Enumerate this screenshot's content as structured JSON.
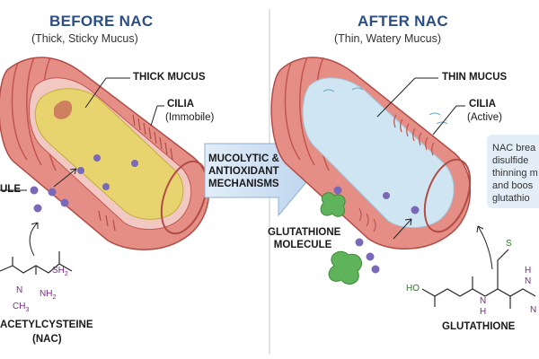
{
  "left_panel": {
    "title": "BEFORE NAC",
    "subtitle": "(Thick, Sticky Mucus)",
    "mucus_label": "THICK MUCUS",
    "cilia_label": "CILIA",
    "cilia_state": "(Immobile)",
    "molecule_label_fragment": "ULE",
    "compound_name_line1": "ACETYLCYSTEINE",
    "compound_name_line2": "(NAC)",
    "atoms": {
      "sh": "SH",
      "nh2": "NH",
      "nh2_sub": "2",
      "n": "N",
      "ch3": "CH",
      "ch3_sub": "3"
    }
  },
  "center_arrow": {
    "line1": "MUCOLYTIC &",
    "line2": "ANTIOXIDANT",
    "line3": "MECHANISMS"
  },
  "right_panel": {
    "title": "AFTER NAC",
    "subtitle": "(Thin, Watery Mucus)",
    "mucus_label": "THIN MUCUS",
    "cilia_label": "CILIA",
    "cilia_state": "(Active)",
    "glutathione_molecule_line1": "GLUTATHIONE",
    "glutathione_molecule_line2": "MOLECULE",
    "compound_name": "GLUTATHIONE",
    "atoms": {
      "ho": "HO",
      "s": "S",
      "n1": "N",
      "n2": "N",
      "h1": "H",
      "h2": "H",
      "n3": "N"
    },
    "note_lines": [
      "NAC brea",
      "disulfide",
      "thinning m",
      "and boos",
      "glutathio"
    ]
  },
  "colors": {
    "airway_wall": "#e58e86",
    "airway_dark": "#c2554f",
    "thick_mucus": "#e7d46e",
    "thin_mucus": "#cfe6f2",
    "molecule": "#7a68b8",
    "glutathione": "#5fb35a",
    "title_blue": "#2b4f85",
    "arrow_blue": "#cfe0f1"
  }
}
